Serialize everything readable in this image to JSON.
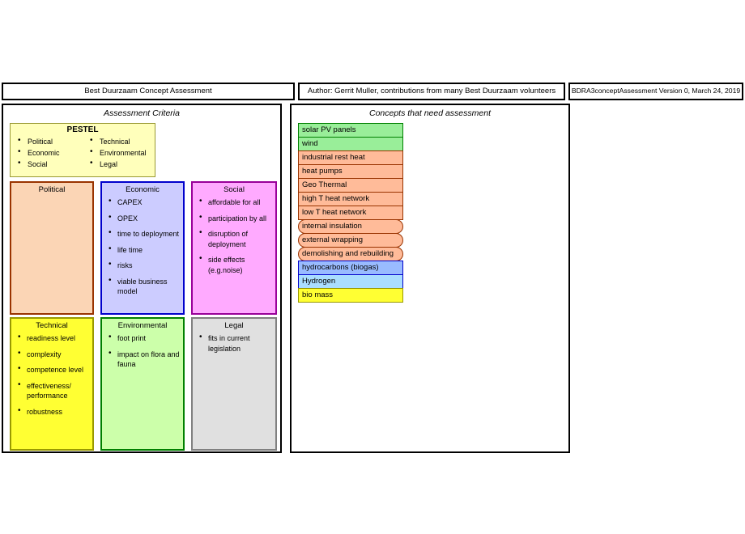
{
  "header": {
    "title": "Best Duurzaam Concept Assessment",
    "author": "Author: Gerrit Muller, contributions from many Best Duurzaam volunteers",
    "version": "BDRA3conceptAssessment Version 0, March 24, 2019"
  },
  "left_panel": {
    "title": "Assessment Criteria",
    "pestel": {
      "heading": "PESTEL",
      "col_left": [
        "Political",
        "Economic",
        "Social"
      ],
      "col_right": [
        "Technical",
        "Environmental",
        "Legal"
      ]
    },
    "criteria": [
      {
        "name": "Political",
        "fill": "#fbd5b5",
        "border": "#993300",
        "items": []
      },
      {
        "name": "Economic",
        "fill": "#ccccff",
        "border": "#0000cc",
        "items": [
          "CAPEX",
          "OPEX",
          "time to deployment",
          "life time",
          "risks",
          "viable business model"
        ]
      },
      {
        "name": "Social",
        "fill": "#ffaaff",
        "border": "#990099",
        "items": [
          "affordable for all",
          "participation by all",
          "disruption of deployment",
          "side effects (e.g.noise)"
        ]
      },
      {
        "name": "Technical",
        "fill": "#ffff33",
        "border": "#999900",
        "items": [
          "readiness level",
          "complexity",
          "competence level",
          "effectiveness/ performance",
          "robustness"
        ]
      },
      {
        "name": "Environmental",
        "fill": "#ccffaa",
        "border": "#008000",
        "items": [
          "foot print",
          "impact on flora and fauna"
        ]
      },
      {
        "name": "Legal",
        "fill": "#e0e0e0",
        "border": "#808080",
        "items": [
          "fits in current legislation"
        ]
      }
    ]
  },
  "right_panel": {
    "title": "Concepts that need assessment",
    "concepts": [
      {
        "label": "solar PV panels",
        "fill": "#99ee99",
        "border": "#008000",
        "shape": "rect",
        "lines": 1
      },
      {
        "label": "wind",
        "fill": "#99ee99",
        "border": "#008000",
        "shape": "rect",
        "lines": 1
      },
      {
        "label": "industrial rest heat",
        "fill": "#ffbb99",
        "border": "#993300",
        "shape": "rect",
        "lines": 1
      },
      {
        "label": "heat pumps",
        "fill": "#ffbb99",
        "border": "#993300",
        "shape": "rect",
        "lines": 1
      },
      {
        "label": "Geo Thermal",
        "fill": "#ffbb99",
        "border": "#993300",
        "shape": "rect",
        "lines": 1
      },
      {
        "label": "high T heat network",
        "fill": "#ffbb99",
        "border": "#993300",
        "shape": "rect",
        "lines": 1
      },
      {
        "label": "low T heat network",
        "fill": "#ffbb99",
        "border": "#993300",
        "shape": "rect",
        "lines": 1
      },
      {
        "label": "internal insulation",
        "fill": "#ffbb99",
        "border": "#993300",
        "shape": "rounded",
        "lines": 1
      },
      {
        "label": "external wrapping",
        "fill": "#ffbb99",
        "border": "#993300",
        "shape": "rounded",
        "lines": 1
      },
      {
        "label": "demolishing and rebuilding",
        "fill": "#ffbb99",
        "border": "#993300",
        "shape": "rounded",
        "lines": 2
      },
      {
        "label": "hydrocarbons (biogas)",
        "fill": "#99bbff",
        "border": "#0000cc",
        "shape": "rect",
        "lines": 1
      },
      {
        "label": "Hydrogen",
        "fill": "#aaddff",
        "border": "#0000cc",
        "shape": "rect",
        "lines": 1
      },
      {
        "label": "bio mass",
        "fill": "#ffff33",
        "border": "#999900",
        "shape": "rect",
        "lines": 1
      }
    ]
  }
}
